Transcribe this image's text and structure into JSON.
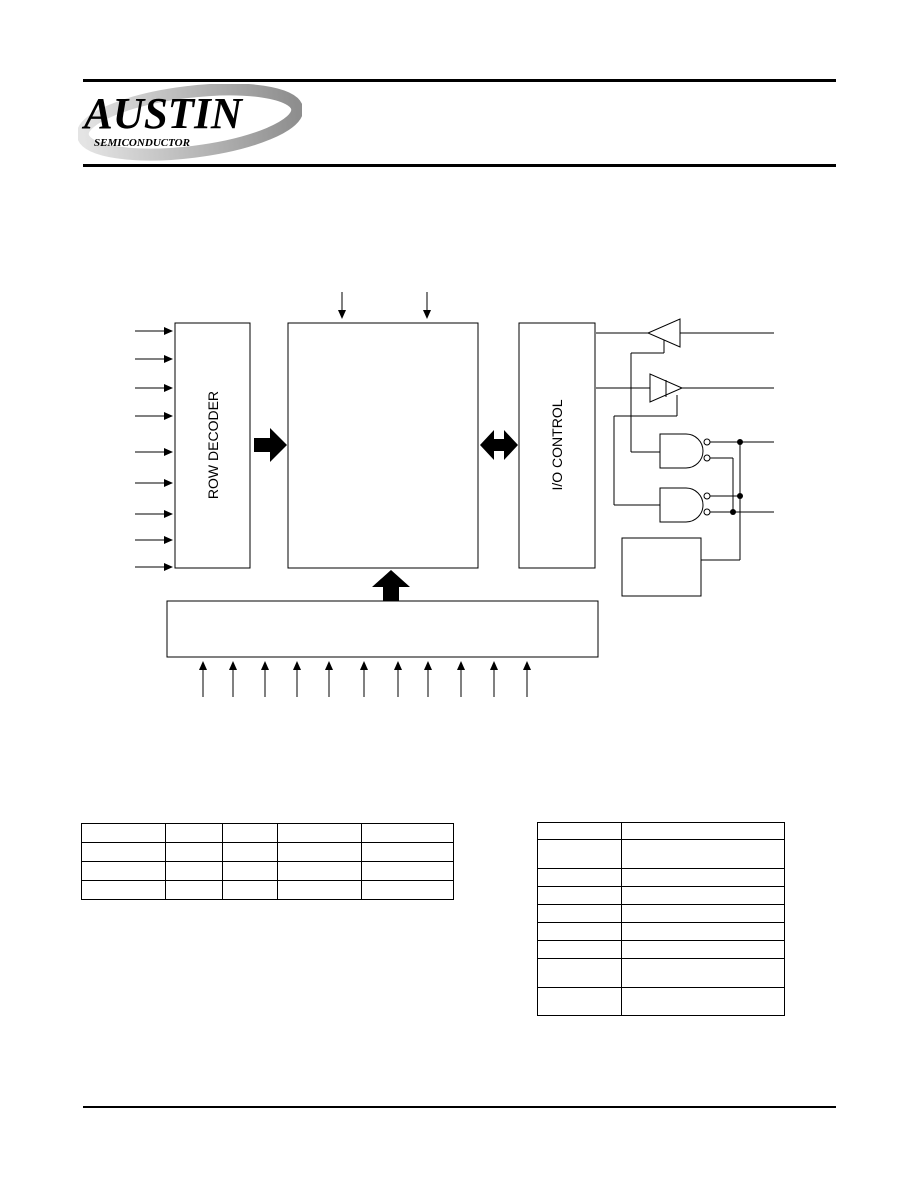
{
  "header": {
    "logo": {
      "wordmark": "AUSTIN",
      "subtitle": "SEMICONDUCTOR",
      "colors": {
        "swoosh": "#9a9a9a",
        "text": "#000000"
      }
    }
  },
  "diagram": {
    "row_decoder_label": "ROW DECODER",
    "io_control_label": "I/O CONTROL",
    "left_address_inputs": 9,
    "bottom_address_inputs": 11,
    "top_control_inputs": 2
  },
  "tables": {
    "truth_table": {
      "rows": 4,
      "columns": 5,
      "cells_text": ""
    },
    "pin_table": {
      "rows": 9,
      "columns": 2,
      "cells_text": ""
    }
  }
}
